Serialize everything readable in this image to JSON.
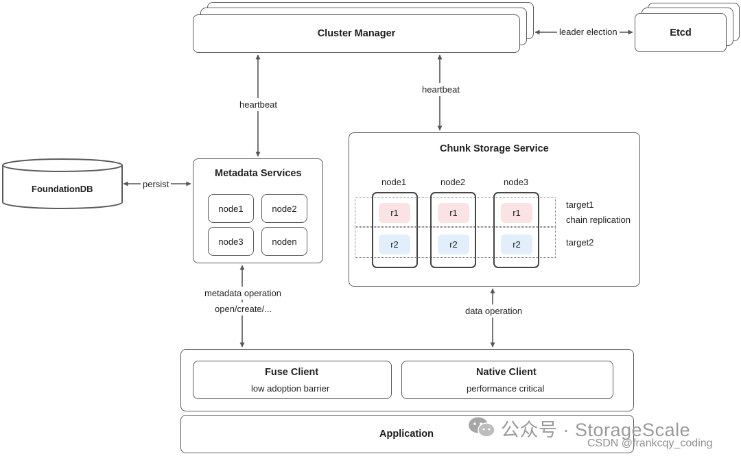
{
  "cluster_manager": {
    "title": "Cluster Manager"
  },
  "etcd": {
    "title": "Etcd"
  },
  "foundationdb": {
    "title": "FoundationDB"
  },
  "metadata_services": {
    "title": "Metadata Services",
    "nodes": [
      "node1",
      "node2",
      "node3",
      "noden"
    ]
  },
  "chunk_storage": {
    "title": "Chunk Storage Service",
    "nodes": [
      "node1",
      "node2",
      "node3"
    ],
    "replica1": "r1",
    "replica2": "r2",
    "target1": "target1",
    "chain_replication": "chain replication",
    "target2": "target2"
  },
  "clients": {
    "fuse": {
      "title": "Fuse Client",
      "subtitle": "low adoption barrier"
    },
    "native": {
      "title": "Native Client",
      "subtitle": "performance critical"
    }
  },
  "application": {
    "title": "Application"
  },
  "edges": {
    "leader_election": "leader election",
    "heartbeat_meta": "heartbeat",
    "heartbeat_chunk": "heartbeat",
    "persist": "persist",
    "metadata_operation": "metadata operation",
    "metadata_operation_sub": "open/create/...",
    "data_operation": "data operation"
  },
  "watermark": {
    "wechat": "公众号 · StorageScale",
    "csdn": "CSDN @frankcqy_coding"
  },
  "colors": {
    "border": "#5a5a5a",
    "replica_r1": "#fbe3e3",
    "replica_r2": "#e2eefb"
  }
}
